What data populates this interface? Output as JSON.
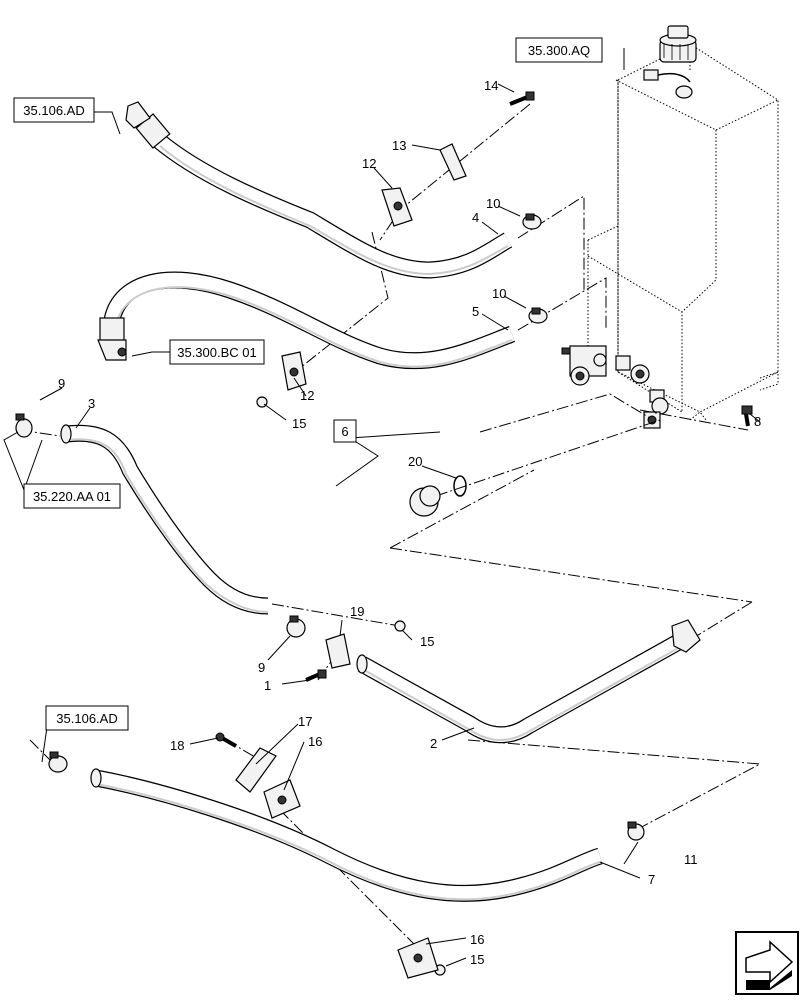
{
  "references": {
    "ref_35_106_ad_top": "35.106.AD",
    "ref_35_300_aq": "35.300.AQ",
    "ref_35_300_bc01": "35.300.BC 01",
    "ref_35_220_aa01": "35.220.AA 01",
    "ref_35_106_ad_bottom": "35.106.AD",
    "ref_6": "6"
  },
  "callouts": {
    "c1": "1",
    "c2": "2",
    "c3": "3",
    "c4": "4",
    "c5": "5",
    "c7": "7",
    "c8": "8",
    "c9a": "9",
    "c9b": "9",
    "c10a": "10",
    "c10b": "10",
    "c11": "11",
    "c12a": "12",
    "c12b": "12",
    "c13": "13",
    "c14": "14",
    "c15a": "15",
    "c15b": "15",
    "c15c": "15",
    "c16a": "16",
    "c16b": "16",
    "c17": "17",
    "c18": "18",
    "c19": "19",
    "c20": "20"
  },
  "navigation": {
    "icon": "next-page-arrow-icon"
  }
}
